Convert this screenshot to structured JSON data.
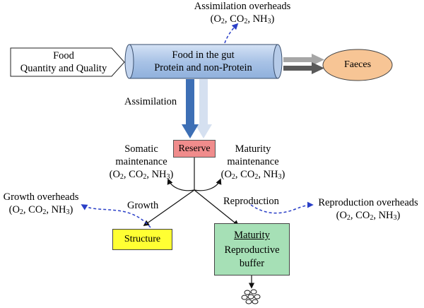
{
  "nodes": {
    "food": {
      "line1": "Food",
      "line2": "Quantity and Quality"
    },
    "gut": {
      "line1": "Food in the gut",
      "line2": "Protein and non-Protein"
    },
    "faeces": {
      "label": "Faeces"
    },
    "reserve": {
      "label": "Reserve"
    },
    "structure": {
      "label": "Structure"
    },
    "maturity": {
      "title": "Maturity",
      "line2": "Reproductive",
      "line3": "buffer"
    }
  },
  "labels": {
    "assimilation": "Assimilation",
    "assimilation_overheads": "Assimilation overheads",
    "somatic_maintenance_1": "Somatic",
    "somatic_maintenance_2": "maintenance",
    "maturity_maintenance_1": "Maturity",
    "maturity_maintenance_2": "maintenance",
    "growth": "Growth",
    "reproduction": "Reproduction",
    "growth_overheads": "Growth overheads",
    "reproduction_overheads": "Reproduction overheads"
  },
  "gas_parts": {
    "open": "(O",
    "sep1": ", CO",
    "sep2": ", NH",
    "close": ")",
    "sub2": "2",
    "sub3": "3"
  },
  "colors": {
    "gut_fill": "#a9c3e6",
    "faeces_fill": "#f7c595",
    "reserve_fill": "#f08c8c",
    "structure_fill": "#ffff33",
    "maturity_fill": "#a6e0b6",
    "assimilation_arrow": "#3d6fb5",
    "dashed_arrow": "#2a3fc7"
  }
}
